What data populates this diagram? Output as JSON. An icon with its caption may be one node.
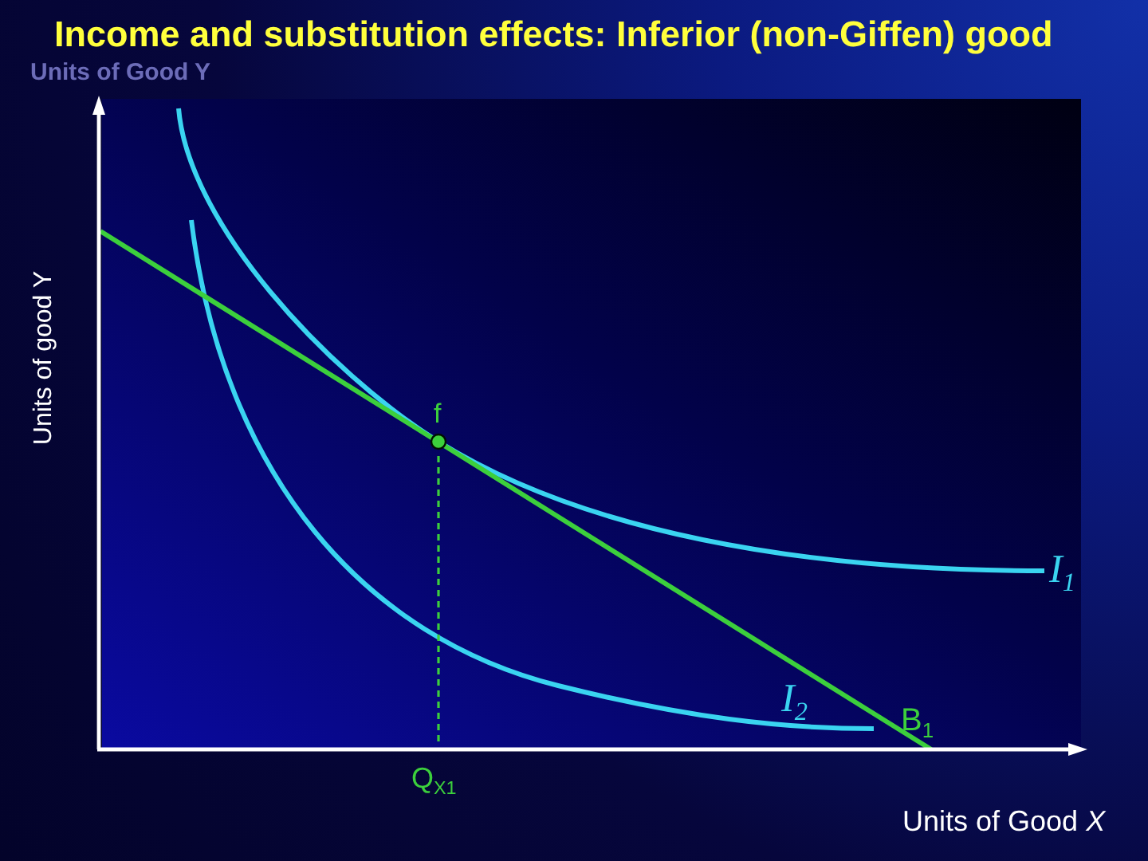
{
  "diagram": {
    "title": "Income and substitution effects: Inferior (non-Giffen) good",
    "labels": [
      "Units of Good Y",
      "Units of good Y",
      "f",
      "I$_{1}$",
      "I$_{2}$",
      "B$_{1}$",
      "Q$_{X1}$",
      "Units of Good *X*"
    ]
  }
}
